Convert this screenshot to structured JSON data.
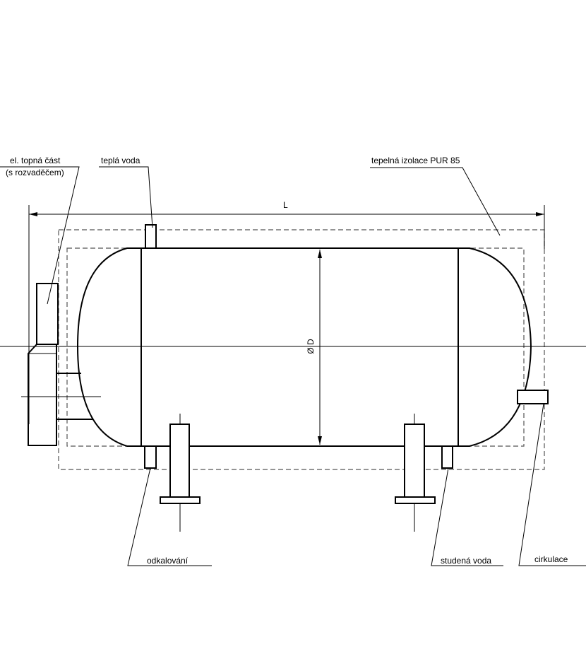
{
  "labels": {
    "heating_element_line1": "el. topná část",
    "heating_element_line2": "(s rozvaděčem)",
    "hot_water": "teplá voda",
    "insulation": "tepelná izolace PUR 85",
    "length": "L",
    "diameter": "Ø D",
    "drain": "odkalování",
    "cold_water": "studená voda",
    "circulation": "cirkulace"
  }
}
